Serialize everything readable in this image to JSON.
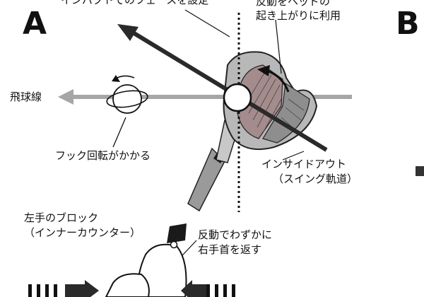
{
  "panels": {
    "a": "A",
    "b": "B"
  },
  "labels": {
    "impact_face": "インパクトでのフェースを設定",
    "rebound_line1": "反動をヘッドの",
    "rebound_line2": "起き上がりに利用",
    "flight": "飛球線",
    "hook": "フック回転がかかる",
    "insideout_line1": "インサイドアウト",
    "insideout_line2": "（スイング軌道）",
    "lefthand_line1": "左手のブロック",
    "lefthand_line2": "（インナーカウンター）",
    "wrist_line1": "反動でわずかに",
    "wrist_line2": "右手首を返す"
  },
  "colors": {
    "arrow": "#9a9a9a",
    "club_dark": "#2a2a2a",
    "head_face": "#b5b5b5",
    "head_red": "#a08a8a",
    "line": "#111111"
  },
  "icons": [
    "spin-circle-icon",
    "ball-icon",
    "flight-arrow-icon"
  ]
}
